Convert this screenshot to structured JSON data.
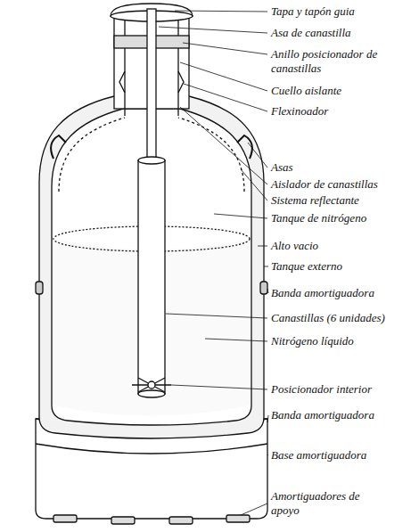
{
  "diagram": {
    "labels": [
      "Tapa y tapón guia",
      "Asa de canastilla",
      "Anillo posicionador de canastillas",
      "Cuello aislante",
      "Flexinoador",
      "Asas",
      "Aislador de canastillas",
      "Sistema reflectante",
      "Tanque de nitrógeno",
      "Alto vacio",
      "Tanque externo",
      "Banda amortiguadora",
      "Canastillas (6 unidades)",
      "Nitrógeno líquido",
      "Posicionador interior",
      "Banda amortiguadora",
      "Base amortiguadora",
      "Amortiguadores de apoyo"
    ]
  }
}
